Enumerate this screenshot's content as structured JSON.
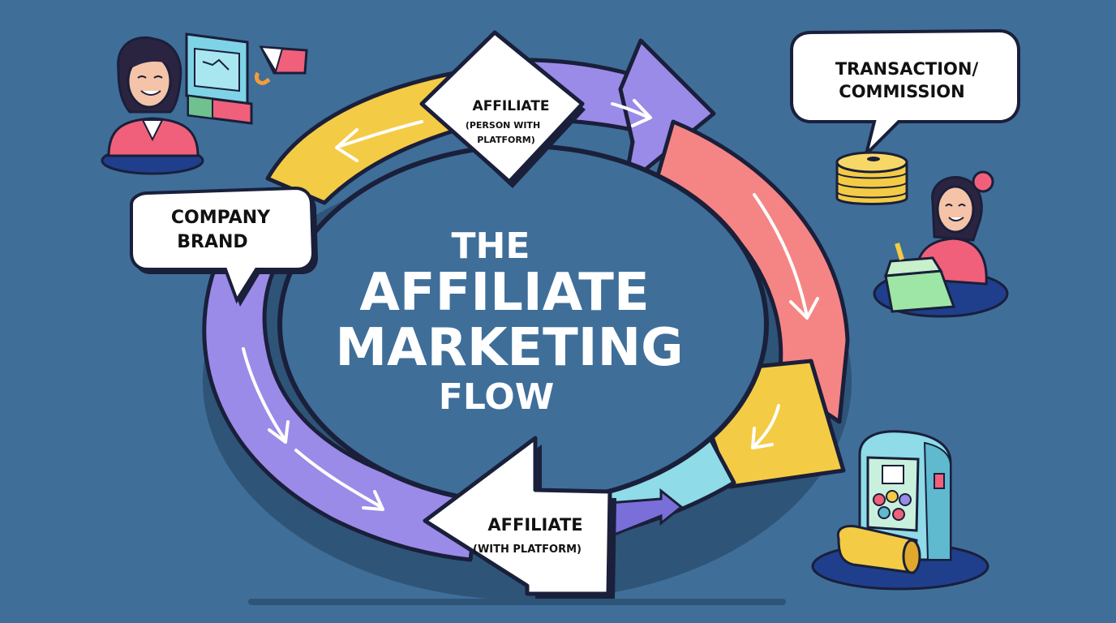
{
  "title": {
    "line1": "THE",
    "line2": "AFFILIATE",
    "line3": "MARKETING",
    "line4": "FLOW"
  },
  "nodes": {
    "company_brand": {
      "line1": "COMPANY",
      "line2": "BRAND"
    },
    "affiliate_top": {
      "title": "AFFILIATE",
      "line1": "(PERSON WITH",
      "line2": "PLATFORM)"
    },
    "transaction": {
      "line1": "TRANSACTION/",
      "line2": "COMMISSION"
    },
    "affiliate_bottom": {
      "title": "AFFILIATE",
      "sub": "(WITH PLATFORM)"
    }
  },
  "colors": {
    "background": "#3f6e99",
    "yellow": "#f4cb45",
    "purple": "#9a8be8",
    "pink": "#f58584",
    "cyan": "#8fdbe8",
    "outline": "#1a1f3a"
  },
  "icons": [
    "brand-person-icon",
    "monitor-icon",
    "coin-stack-icon",
    "shopper-person-icon",
    "kiosk-machine-icon"
  ]
}
